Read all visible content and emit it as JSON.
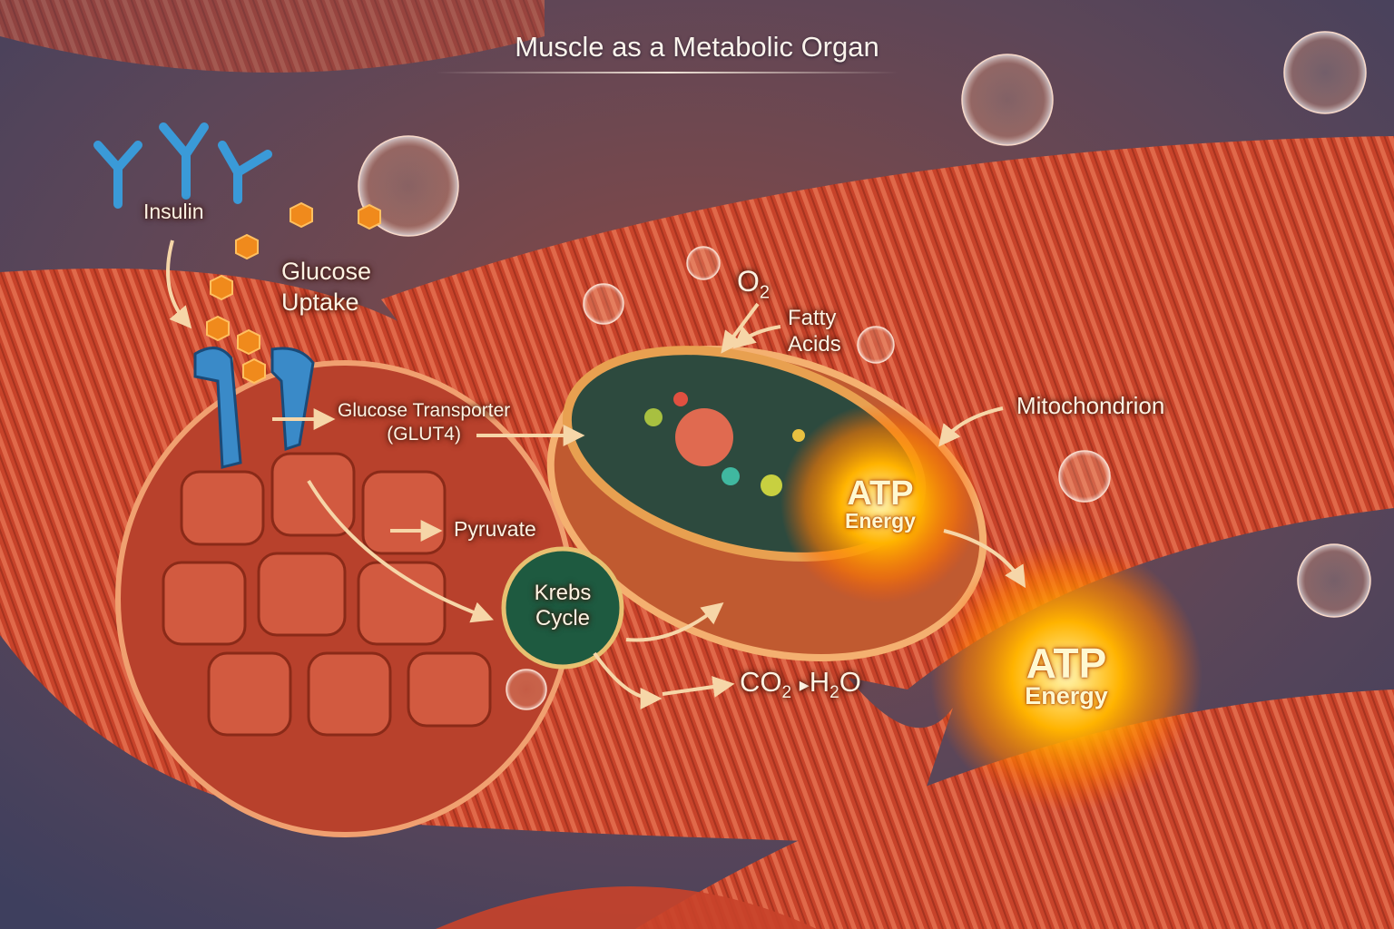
{
  "title": "Muscle as a Metabolic Organ",
  "labels": {
    "insulin": "Insulin",
    "glucose_uptake_1": "Glucose",
    "glucose_uptake_2": "Uptake",
    "glut4_1": "Glucose Transporter",
    "glut4_2": "(GLUT4)",
    "o2": "O",
    "o2_sub": "2",
    "fatty_1": "Fatty",
    "fatty_2": "Acids",
    "mitochondrion": "Mitochondrion",
    "pyruvate": "Pyruvate",
    "krebs_1": "Krebs",
    "krebs_2": "Cycle",
    "co2": "CO",
    "co2_sub": "2",
    "h2o_a": "H",
    "h2o_sub": "2",
    "h2o_b": "O",
    "atp_inner": "ATP",
    "energy_inner": "Energy",
    "atp_outer": "ATP",
    "energy_outer": "Energy"
  },
  "colors": {
    "muscle": "#c8432a",
    "mito_matrix": "#2d4a3e",
    "atp_glow": "#ffb300",
    "insulin": "#3a9ad8",
    "glucose": "#f08a1c"
  }
}
